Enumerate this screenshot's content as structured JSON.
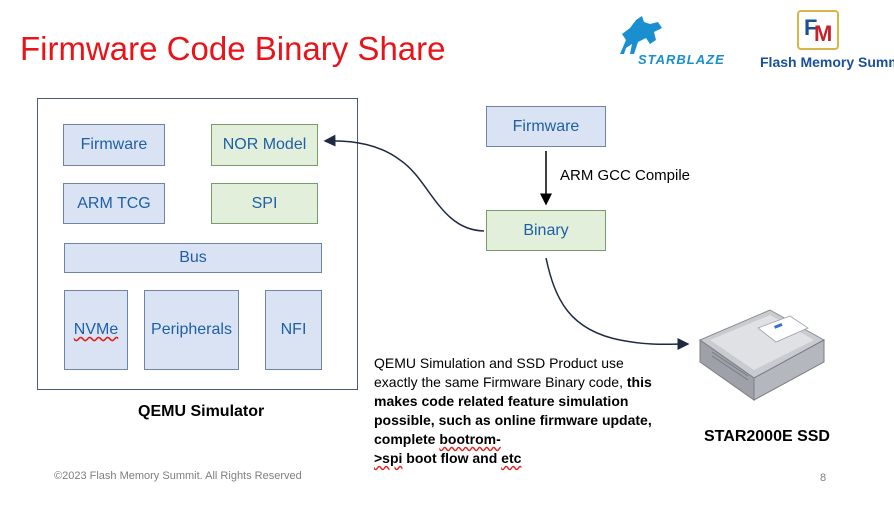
{
  "title": "Firmware Code Binary Share",
  "logos": {
    "starblaze_text": "STARBLAZE",
    "fms_text": "Flash Memory Summit",
    "fms_badge_letters": {
      "f": "F",
      "m": "M"
    }
  },
  "qemu": {
    "label": "QEMU Simulator",
    "blocks": {
      "firmware": "Firmware",
      "nor_model": "NOR Model",
      "arm_tcg": "ARM TCG",
      "spi": "SPI",
      "bus": "Bus",
      "nvme": "NVMe",
      "peripherals": "Peripherals",
      "nfi": "NFI"
    }
  },
  "flow": {
    "firmware": "Firmware",
    "compile_label": "ARM GCC Compile",
    "binary": "Binary"
  },
  "ssd_label": "STAR2000E SSD",
  "description": {
    "normal": "QEMU Simulation and SSD Product use exactly the same Firmware Binary code,",
    "bold_1": "this makes code related feature simulation possible, such as online firmware update, complete ",
    "bold_bootrom": "bootrom-",
    "bold_2": "",
    "bold_spi": ">spi",
    "bold_3": " boot flow and  ",
    "bold_etc": "etc"
  },
  "footer": "©2023 Flash Memory Summit. All Rights Reserved",
  "page_number": "8",
  "colors": {
    "title": "#e8141a",
    "box_blue": "#dae3f3",
    "box_green": "#e2efda",
    "box_text": "#1f5fa8"
  }
}
